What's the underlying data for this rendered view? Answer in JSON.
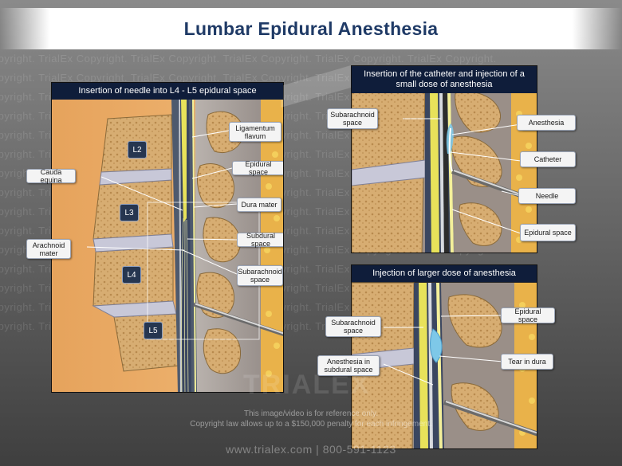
{
  "title": "Lumbar Epidural Anesthesia",
  "watermark_text": "Copyright. TrialEx Copyright. TrialEx Copyright. TrialEx Copyright. TrialEx Copyright. TrialEx Copyright.",
  "brand_text": "TRIALEX",
  "footer": {
    "line1": "This image/video is for reference only.",
    "line2": "Copyright law allows up to a $150,000 penalty for each infringement.",
    "url": "www.trialex.com  |  800-591-1123"
  },
  "panel_main": {
    "header": "Insertion of needle into L4 - L5 epidural space",
    "vertebra_labels": [
      "L2",
      "L3",
      "L4",
      "L5"
    ],
    "callouts": {
      "ligamentum": "Ligamentum flavum",
      "epidural": "Epidural space",
      "dura": "Dura mater",
      "subdural": "Subdural space",
      "subarachnoid": "Subarachnoid space",
      "cauda": "Cauda equina",
      "arachnoid": "Arachnoid mater"
    }
  },
  "panel_catheter": {
    "header": "Insertion of the catheter and injection of a small dose of anesthesia",
    "callouts": {
      "subarachnoid": "Subarachnoid space",
      "anesthesia": "Anesthesia",
      "catheter": "Catheter",
      "needle": "Needle",
      "epidural": "Epidural space"
    }
  },
  "panel_larger": {
    "header": "Injection of larger dose of anesthesia",
    "callouts": {
      "subarachnoid": "Subarachnoid space",
      "epidural": "Epidural space",
      "anesthesia_subdural": "Anesthesia in subdural space",
      "tear": "Tear in dura"
    }
  },
  "colors": {
    "header_bg": "#0f1d3a",
    "title_text": "#1f3a66",
    "bone": "#d9b27a",
    "cord": "#e8e25a",
    "anesthesia": "#7ec8e8"
  }
}
